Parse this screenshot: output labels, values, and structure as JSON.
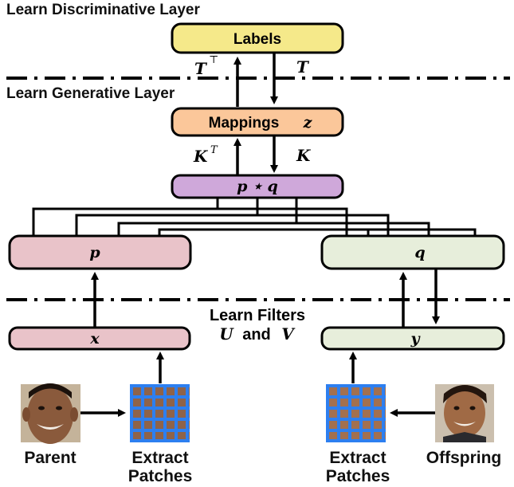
{
  "sections": {
    "discriminative": "Learn Discriminative Layer",
    "generative": "Learn Generative Layer",
    "filters_line1": "Learn Filters",
    "filters_line2_a": "U",
    "filters_line2_and": "and",
    "filters_line2_b": "V"
  },
  "boxes": {
    "labels": "Labels",
    "mappings": "Mappings",
    "mappings_var": "z",
    "pq": "p ⋆ q",
    "p": "p",
    "q": "q",
    "x": "x",
    "y": "y"
  },
  "arrow_labels": {
    "t_transpose": "T",
    "t_transpose_sup": "⊤",
    "t": "T",
    "k_transpose": "K",
    "k_transpose_sup": "T",
    "k": "K"
  },
  "captions": {
    "parent": "Parent",
    "offspring": "Offspring",
    "extract_left_1": "Extract",
    "extract_left_2": "Patches",
    "extract_right_1": "Extract",
    "extract_right_2": "Patches"
  },
  "colors": {
    "labels_fill": "#f5e98a",
    "mappings_fill": "#fbc79a",
    "pq_fill": "#cfa8da",
    "p_fill": "#e9c3c9",
    "q_fill": "#e7eedb",
    "grid_blue": "#2d7ff0"
  }
}
